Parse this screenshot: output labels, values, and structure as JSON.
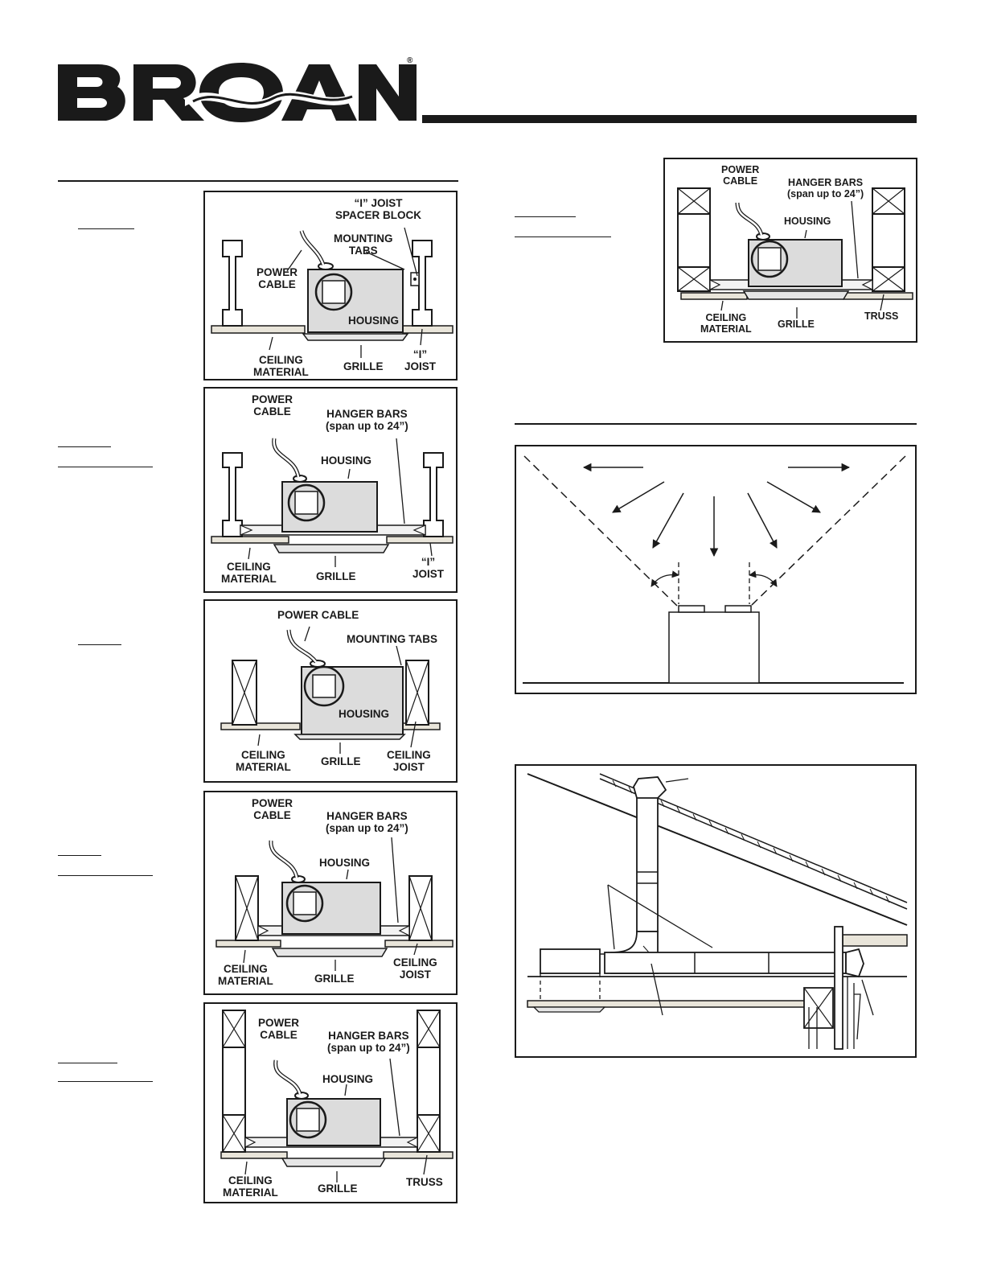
{
  "header": {
    "brand": "BROAN",
    "registered_mark": "®"
  },
  "figures": {
    "i_joist_tabs": {
      "joist_block_1": "“I” JOIST",
      "joist_block_2": "SPACER BLOCK",
      "mounting_tabs_1": "MOUNTING",
      "mounting_tabs_2": "TABS",
      "power_cable_1": "POWER",
      "power_cable_2": "CABLE",
      "housing": "HOUSING",
      "ceiling_1": "CEILING",
      "ceiling_2": "MATERIAL",
      "grille": "GRILLE",
      "joist_1": "“I”",
      "joist_2": "JOIST"
    },
    "i_joist_hanger": {
      "power_cable_1": "POWER",
      "power_cable_2": "CABLE",
      "hanger_1": "HANGER BARS",
      "hanger_2": "(span up to 24”)",
      "housing": "HOUSING",
      "ceiling_1": "CEILING",
      "ceiling_2": "MATERIAL",
      "grille": "GRILLE",
      "joist_1": "“I”",
      "joist_2": "JOIST"
    },
    "joist_tabs": {
      "power_cable": "POWER CABLE",
      "mounting_tabs": "MOUNTING TABS",
      "housing": "HOUSING",
      "ceiling_1": "CEILING",
      "ceiling_2": "MATERIAL",
      "grille": "GRILLE",
      "joist_1": "CEILING",
      "joist_2": "JOIST"
    },
    "joist_hanger": {
      "power_cable_1": "POWER",
      "power_cable_2": "CABLE",
      "hanger_1": "HANGER BARS",
      "hanger_2": "(span up to 24”)",
      "housing": "HOUSING",
      "ceiling_1": "CEILING",
      "ceiling_2": "MATERIAL",
      "grille": "GRILLE",
      "joist_1": "CEILING",
      "joist_2": "JOIST"
    },
    "truss_hanger": {
      "power_cable_1": "POWER",
      "power_cable_2": "CABLE",
      "hanger_1": "HANGER BARS",
      "hanger_2": "(span up to 24”)",
      "housing": "HOUSING",
      "ceiling_1": "CEILING",
      "ceiling_2": "MATERIAL",
      "grille": "GRILLE",
      "truss": "TRUSS"
    },
    "truss_hanger_top": {
      "power_cable_1": "POWER",
      "power_cable_2": "CABLE",
      "hanger_1": "HANGER BARS",
      "hanger_2": "(span up to 24”)",
      "housing": "HOUSING",
      "ceiling_1": "CEILING",
      "ceiling_2": "MATERIAL",
      "grille": "GRILLE",
      "truss": "TRUSS"
    }
  }
}
